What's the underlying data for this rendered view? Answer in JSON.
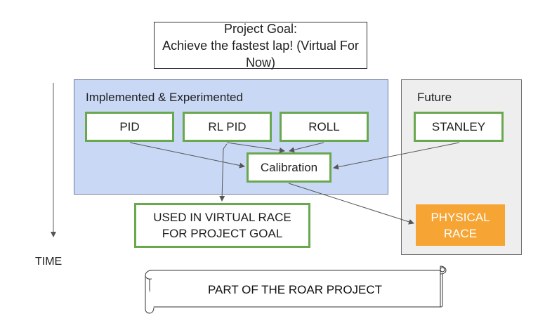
{
  "goal": {
    "line1": "Project Goal:",
    "line2": "Achieve the fastest lap! (Virtual For Now)"
  },
  "regions": {
    "implemented": "Implemented & Experimented",
    "future": "Future"
  },
  "nodes": {
    "pid": "PID",
    "rl_pid": "RL PID",
    "roll": "ROLL",
    "stanley": "STANLEY",
    "calibration": "Calibration",
    "virtual_race_line1": "USED IN VIRTUAL RACE",
    "virtual_race_line2": "FOR PROJECT GOAL",
    "physical_race_line1": "PHYSICAL",
    "physical_race_line2": "RACE"
  },
  "timeline": {
    "label": "TIME"
  },
  "banner": {
    "text": "PART OF THE ROAR PROJECT"
  },
  "colors": {
    "implemented_region": "#c9d8f5",
    "future_region": "#eeeeee",
    "node_border": "#6aa84f",
    "physical_race_fill": "#f6a535",
    "arrow": "#555555"
  }
}
